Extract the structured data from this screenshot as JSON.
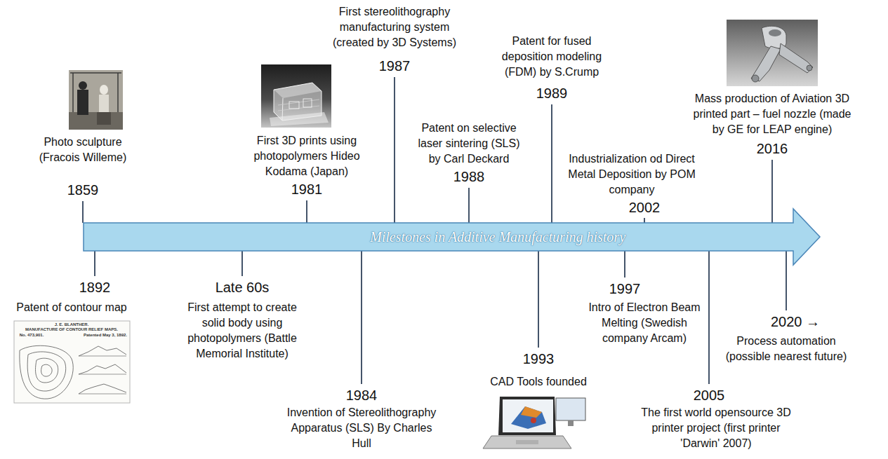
{
  "diagram": {
    "nodes": [
      {
        "text": [
          "Milestones in Additive Manufacturing history"
        ]
      }
    ],
    "labels": [
      "Photo sculpture (Fracois Willeme)",
      "1859",
      "1892",
      "Patent of contour map",
      "J. E. BLANTHER.",
      "MANUFACTURE OF CONTOUR RELIEF MAPS.",
      "No. 473,901.",
      "Patented May 3, 1892.",
      "Late 60s",
      "First attempt to create solid body using photopolymers (Battle Memorial Institute)",
      "First 3D prints using photopolymers Hideo Kodama (Japan)",
      "1981",
      "1984",
      "Invention of Stereolithography Apparatus (SLS) By Charles Hull",
      "First stereolithography manufacturing system (created by 3D Systems)",
      "1987",
      "Patent on selective laser sintering (SLS) by Carl Deckard",
      "1988",
      "Patent for fused deposition modeling (FDM) by S.Crump",
      "1989",
      "1993",
      "CAD Tools founded",
      "1997",
      "Intro of Electron Beam Melting (Swedish company Arcam)",
      "Industrialization od Direct Metal Deposition by POM company",
      "2002",
      "2005",
      "The first world opensource 3D printer project (first printer 'Darwin' 2007)",
      "Mass production of Aviation 3D printed part – fuel nozzle (made by GE for LEAP engine)",
      "2016",
      "2020 →",
      "Process automation (possible nearest future)"
    ]
  }
}
